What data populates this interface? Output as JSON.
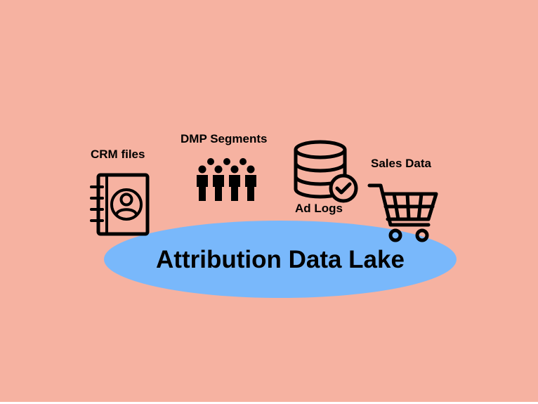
{
  "colors": {
    "background": "#f6b2a1",
    "lake": "#79b8fb",
    "ink": "#000000"
  },
  "sources": {
    "crm": {
      "label": "CRM files",
      "icon": "address-book-icon"
    },
    "dmp": {
      "label": "DMP Segments",
      "icon": "audience-group-icon"
    },
    "ad_logs": {
      "label": "Ad Logs",
      "icon": "database-check-icon"
    },
    "sales": {
      "label": "Sales Data",
      "icon": "shopping-cart-icon"
    }
  },
  "lake": {
    "title": "Attribution Data Lake"
  }
}
